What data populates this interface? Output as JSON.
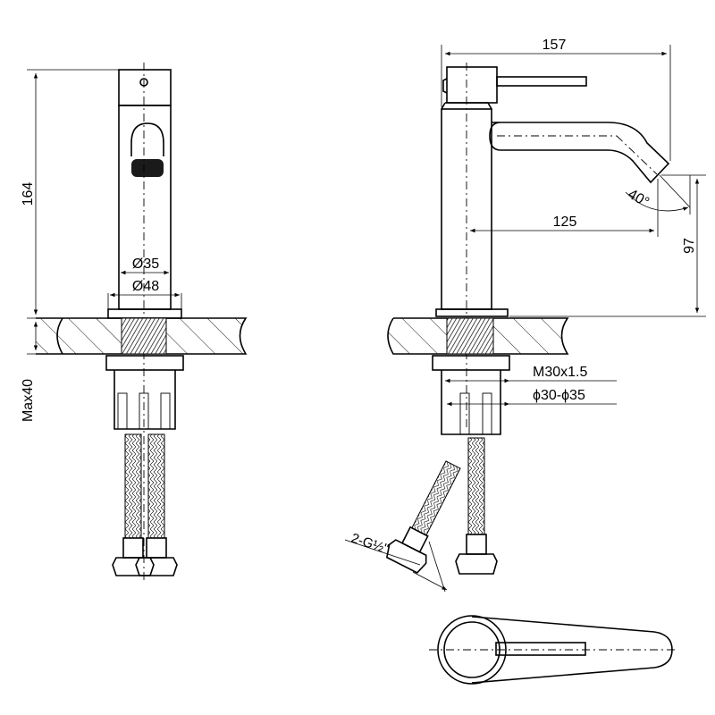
{
  "front_view": {
    "height_label": "164",
    "dia_inner_label": "Ø35",
    "dia_outer_label": "Ø48",
    "thickness_label": "Max40"
  },
  "side_view": {
    "width_label": "157",
    "reach_label": "125",
    "spout_height_label": "97",
    "angle_label": "40°",
    "thread_label": "M30x1.5",
    "hole_label": "ϕ30-ϕ35",
    "hose_label": "2-G½\""
  }
}
